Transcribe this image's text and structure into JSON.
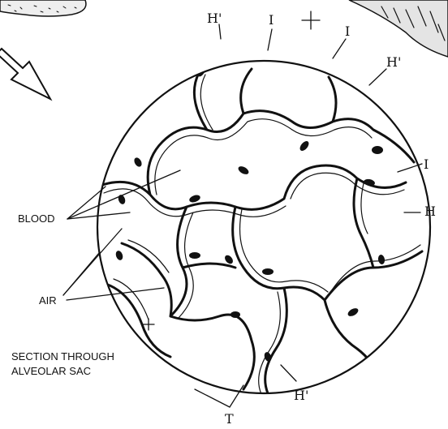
{
  "labels": {
    "blood": "BLOOD",
    "air": "AIR",
    "section_line1": "SECTION THROUGH",
    "section_line2": "ALVEOLAR SAC",
    "h_prime_top": "H'",
    "h_prime_right": "H'",
    "h_prime_bottom": "H'",
    "h_right": "H",
    "i_top_left": "I",
    "i_top_right": "I",
    "i_right": "I",
    "t_bottom": "T"
  },
  "colors": {
    "ink": "#111111",
    "paper": "#ffffff"
  }
}
